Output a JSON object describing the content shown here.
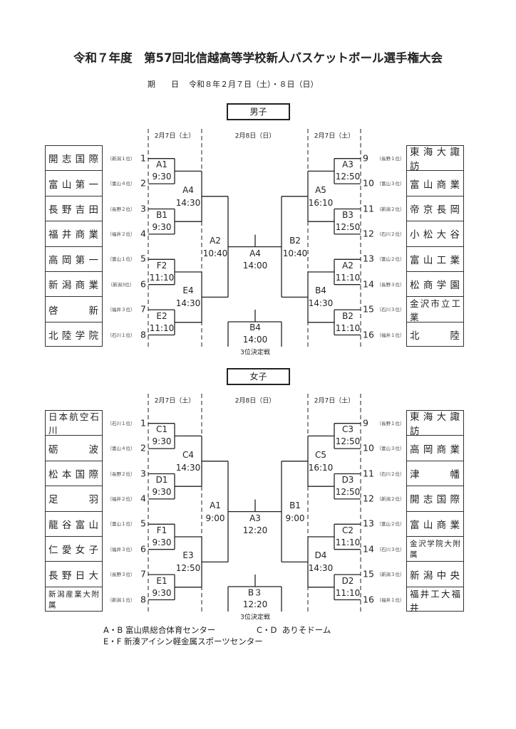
{
  "header": {
    "title": "令和７年度　第57回北信越高等学校新人バスケットボール選手権大会",
    "date_label": "期　　日",
    "date_value": "令和８年２月７日（土）・８日（日）"
  },
  "sections": [
    {
      "label": "男子",
      "day_headers": [
        "2月7日（土）",
        "2月8日（日）",
        "2月7日（土）"
      ],
      "left_teams": [
        {
          "name": "開志国際",
          "seed": "（新潟１位）",
          "num": "1"
        },
        {
          "name": "富山第一",
          "seed": "（富山４位）",
          "num": "2"
        },
        {
          "name": "長野吉田",
          "seed": "（長野２位）",
          "num": "3"
        },
        {
          "name": "福井商業",
          "seed": "（福井２位）",
          "num": "4"
        },
        {
          "name": "高岡第一",
          "seed": "（富山１位）",
          "num": "5"
        },
        {
          "name": "新潟商業",
          "seed": "（新潟3位）",
          "num": "6"
        },
        {
          "name": "啓新",
          "seed": "（福井３位）",
          "num": "7"
        },
        {
          "name": "北陸学院",
          "seed": "（石川１位）",
          "num": "8"
        }
      ],
      "right_teams": [
        {
          "name": "東海大諏訪",
          "seed": "（長野１位）",
          "num": "9"
        },
        {
          "name": "富山商業",
          "seed": "（富山３位）",
          "num": "10"
        },
        {
          "name": "帝京長岡",
          "seed": "（新潟２位）",
          "num": "11"
        },
        {
          "name": "小松大谷",
          "seed": "（石川２位）",
          "num": "12"
        },
        {
          "name": "富山工業",
          "seed": "（富山２位）",
          "num": "13"
        },
        {
          "name": "松商学園",
          "seed": "（長野３位）",
          "num": "14"
        },
        {
          "name": "金沢市立工業",
          "seed": "（石川３位）",
          "num": "15"
        },
        {
          "name": "北陸",
          "seed": "（福井１位）",
          "num": "16"
        }
      ],
      "left_round1": [
        {
          "code": "A1",
          "time": "9:30"
        },
        {
          "code": "B1",
          "time": "9:30"
        },
        {
          "code": "F2",
          "time": "11:10"
        },
        {
          "code": "E2",
          "time": "11:10"
        }
      ],
      "left_round2": [
        {
          "code": "A4",
          "time": "14:30"
        },
        {
          "code": "E4",
          "time": "14:30"
        }
      ],
      "left_semi": {
        "code": "A2",
        "time": "10:40"
      },
      "right_round1": [
        {
          "code": "A3",
          "time": "12:50"
        },
        {
          "code": "B3",
          "time": "12:50"
        },
        {
          "code": "A2",
          "time": "11:10"
        },
        {
          "code": "B2",
          "time": "11:10"
        }
      ],
      "right_round2": [
        {
          "code": "A5",
          "time": "16:10"
        },
        {
          "code": "B4",
          "time": "14:30"
        }
      ],
      "right_semi": {
        "code": "B2",
        "time": "10:40"
      },
      "final": {
        "code": "A4",
        "time": "14:00"
      },
      "third_place": {
        "code": "B4",
        "time": "14:00",
        "label": "3位決定戦"
      }
    },
    {
      "label": "女子",
      "day_headers": [
        "2月7日（土）",
        "2月8日（日）",
        "2月7日（土）"
      ],
      "left_teams": [
        {
          "name": "日本航空石川",
          "seed": "（石川１位）",
          "num": "1"
        },
        {
          "name": "砺波",
          "seed": "（富山４位）",
          "num": "2"
        },
        {
          "name": "松本国際",
          "seed": "（長野２位）",
          "num": "3"
        },
        {
          "name": "足羽",
          "seed": "（福井２位）",
          "num": "4"
        },
        {
          "name": "龍谷富山",
          "seed": "（富山１位）",
          "num": "5"
        },
        {
          "name": "仁愛女子",
          "seed": "（福井３位）",
          "num": "6"
        },
        {
          "name": "長野日大",
          "seed": "（長野３位）",
          "num": "7"
        },
        {
          "name": "新潟産業大附属",
          "seed": "（新潟１位）",
          "num": "8"
        }
      ],
      "right_teams": [
        {
          "name": "東海大諏訪",
          "seed": "（長野１位）",
          "num": "9"
        },
        {
          "name": "高岡商業",
          "seed": "（富山３位）",
          "num": "10"
        },
        {
          "name": "津幡",
          "seed": "（石川２位）",
          "num": "11"
        },
        {
          "name": "開志国際",
          "seed": "（新潟２位）",
          "num": "12"
        },
        {
          "name": "富山商業",
          "seed": "（富山２位）",
          "num": "13"
        },
        {
          "name": "金沢学院大附属",
          "seed": "（石川３位）",
          "num": "14"
        },
        {
          "name": "新潟中央",
          "seed": "（新潟３位）",
          "num": "15"
        },
        {
          "name": "福井工大福井",
          "seed": "（福井１位）",
          "num": "16"
        }
      ],
      "left_round1": [
        {
          "code": "C1",
          "time": "9:30"
        },
        {
          "code": "D1",
          "time": "9:30"
        },
        {
          "code": "F1",
          "time": "9:30"
        },
        {
          "code": "E1",
          "time": "9:30"
        }
      ],
      "left_round2": [
        {
          "code": "C4",
          "time": "14:30"
        },
        {
          "code": "E3",
          "time": "12:50"
        }
      ],
      "left_semi": {
        "code": "A1",
        "time": "9:00"
      },
      "right_round1": [
        {
          "code": "C3",
          "time": "12:50"
        },
        {
          "code": "D3",
          "time": "12:50"
        },
        {
          "code": "C2",
          "time": "11:10"
        },
        {
          "code": "D2",
          "time": "11:10"
        }
      ],
      "right_round2": [
        {
          "code": "C5",
          "time": "16:10"
        },
        {
          "code": "D4",
          "time": "14:30"
        }
      ],
      "right_semi": {
        "code": "B1",
        "time": "9:00"
      },
      "final": {
        "code": "A3",
        "time": "12:20"
      },
      "third_place": {
        "code": "B３",
        "time": "12:20",
        "label": "3位決定戦"
      }
    }
  ],
  "venues": [
    {
      "code": "A・B",
      "name": "富山県総合体育センター"
    },
    {
      "code": "C・D",
      "name": "ありそドーム"
    },
    {
      "code": "E・F",
      "name": "新湊アイシン軽金属スポーツセンター"
    }
  ]
}
